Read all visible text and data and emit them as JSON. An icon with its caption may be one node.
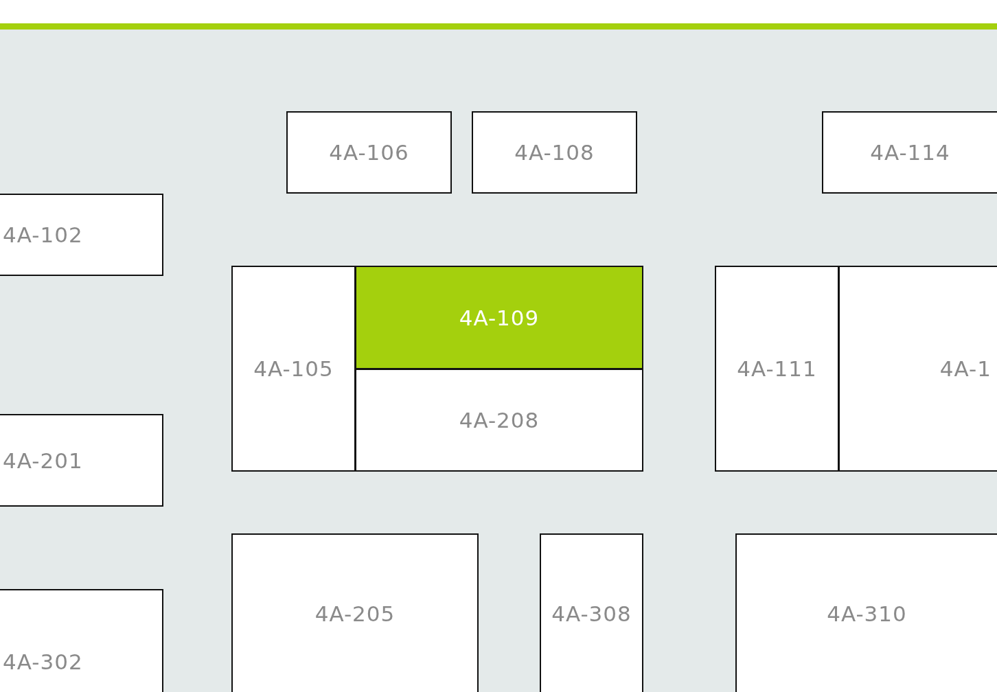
{
  "diagram": {
    "nodes": [
      {
        "text": [
          "4A-106"
        ]
      },
      {
        "text": [
          "4A-108"
        ]
      },
      {
        "text": [
          "4A-114"
        ]
      },
      {
        "text": [
          "4A-102"
        ]
      },
      {
        "text": [
          "4A-105"
        ]
      },
      {
        "text": [
          "4A-109"
        ]
      },
      {
        "text": [
          "4A-208"
        ]
      },
      {
        "text": [
          "4A-111"
        ]
      },
      {
        "text": [
          "4A-1"
        ]
      },
      {
        "text": [
          "4A-201"
        ]
      },
      {
        "text": [
          "4A-205"
        ]
      },
      {
        "text": [
          "4A-308"
        ]
      },
      {
        "text": [
          "4A-310"
        ]
      },
      {
        "text": [
          "4A-302"
        ]
      }
    ]
  }
}
